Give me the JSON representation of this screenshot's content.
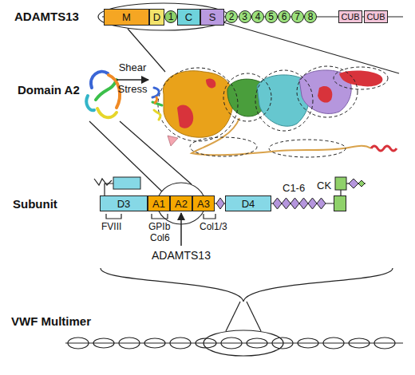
{
  "diagram": {
    "nodes": [
      {
        "text": [
          "M"
        ]
      },
      {
        "text": [
          "D"
        ]
      },
      {
        "text": [
          "1"
        ]
      },
      {
        "text": [
          "C"
        ]
      },
      {
        "text": [
          "S"
        ]
      },
      {
        "text": [
          "2"
        ]
      },
      {
        "text": [
          "3"
        ]
      },
      {
        "text": [
          "4"
        ]
      },
      {
        "text": [
          "5"
        ]
      },
      {
        "text": [
          "6"
        ]
      },
      {
        "text": [
          "7"
        ]
      },
      {
        "text": [
          "8"
        ]
      },
      {
        "text": [
          "CUB"
        ]
      },
      {
        "text": [
          "CUB"
        ]
      },
      {
        "text": [
          "D3"
        ]
      },
      {
        "text": [
          "A1"
        ]
      },
      {
        "text": [
          "A2"
        ]
      },
      {
        "text": [
          "A3"
        ]
      },
      {
        "text": [
          "D4"
        ]
      },
      {
        "text": [
          "CK"
        ]
      }
    ],
    "labels": [
      "ADAMTS13",
      "Domain A2",
      "Shear",
      "Stress",
      "Subunit",
      "C1-6",
      "FVIII",
      "GPIb",
      "Col6",
      "Col1/3",
      "ADAMTS13",
      "VWF Multimer"
    ]
  }
}
